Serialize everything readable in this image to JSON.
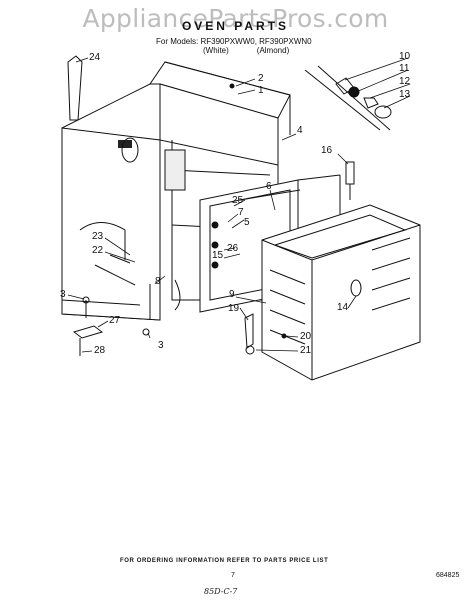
{
  "header": {
    "watermark": "AppliancePartsPros.com",
    "title": "OVEN PARTS",
    "models_line": "For Models: RF390PXWW0, RF390PXWN0",
    "color_white": "(White)",
    "color_almond": "(Almond)"
  },
  "callouts": [
    "1",
    "2",
    "3",
    "3",
    "4",
    "5",
    "6",
    "7",
    "8",
    "9",
    "10",
    "11",
    "12",
    "13",
    "14",
    "15",
    "16",
    "19",
    "20",
    "21",
    "22",
    "23",
    "24",
    "25",
    "26",
    "27",
    "28"
  ],
  "footer": {
    "order_info": "FOR ORDERING INFORMATION REFER TO PARTS PRICE LIST",
    "page_number": "7",
    "part_code": "684825",
    "handwritten_note": "85D-C-7"
  }
}
